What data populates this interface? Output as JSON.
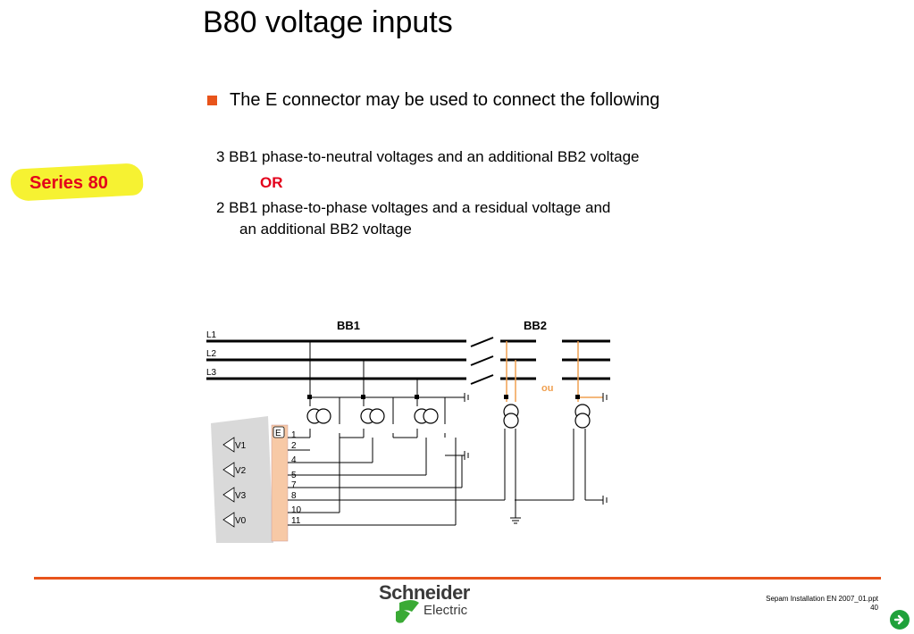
{
  "slide": {
    "title": "B80 voltage inputs",
    "bullet": "The E connector may be used to connect the following",
    "line1": "3 BB1 phase-to-neutral voltages and an additional BB2 voltage",
    "or_text": "OR",
    "line2": "2 BB1 phase-to-phase voltages and a residual voltage and",
    "line3": "an additional BB2 voltage",
    "series_badge": "Series 80"
  },
  "diagram": {
    "bb1_label": "BB1",
    "bb2_label": "BB2",
    "lines": [
      "L1",
      "L2",
      "L3"
    ],
    "ou_label": "ou",
    "connector_label": "E",
    "inputs": [
      "V1",
      "V2",
      "V3",
      "V0"
    ],
    "terminals": [
      "1",
      "2",
      "4",
      "5",
      "7",
      "8",
      "10",
      "11"
    ],
    "colors": {
      "wire": "#000000",
      "orange": "#f0a050",
      "terminal": "#f7c9a6",
      "relay_body": "#d9d9d9"
    }
  },
  "footer": {
    "logo_top": "Schneider",
    "logo_bottom": "Electric",
    "file": "Sepam Installation EN 2007_01.ppt",
    "page": "40",
    "accent": "#e8541b",
    "next_icon": "arrow-right-icon"
  }
}
